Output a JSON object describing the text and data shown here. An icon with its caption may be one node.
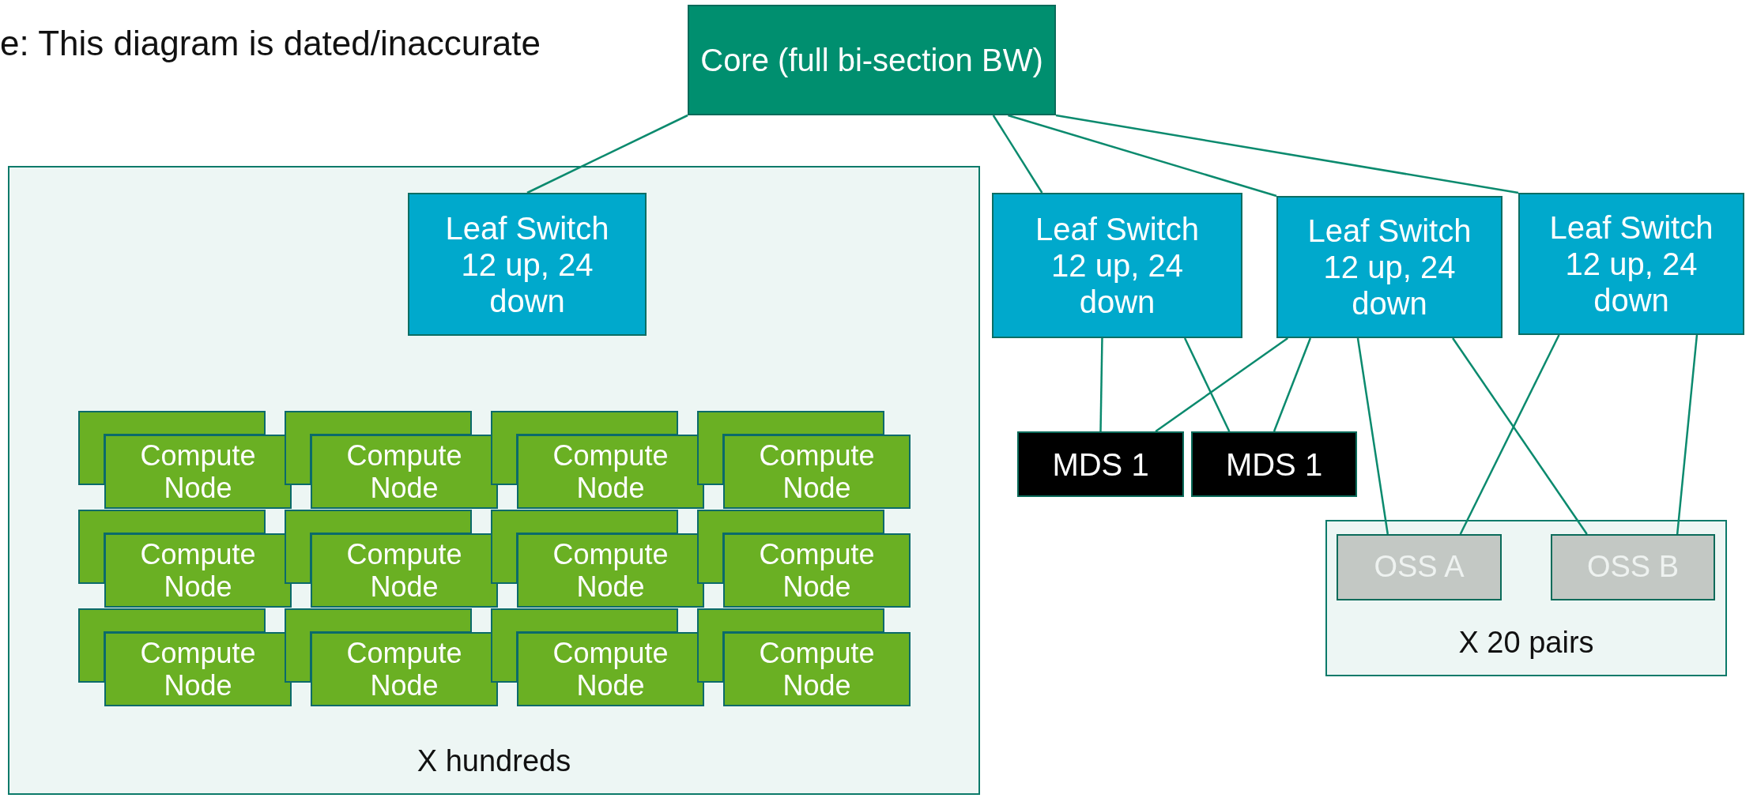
{
  "diagram": {
    "nodes": [
      {
        "text": [
          "Core (full bi-section BW)"
        ]
      },
      {
        "text": [
          "X hundreds"
        ]
      },
      {
        "text": [
          "Leaf Switch 12 up, 24 down"
        ],
        "in": 1
      },
      {
        "text": [
          "Compute Node"
        ],
        "in": 1
      },
      {
        "text": [
          "Compute Node"
        ],
        "in": 1
      },
      {
        "text": [
          "Compute Node"
        ],
        "in": 1
      },
      {
        "text": [
          "Compute Node"
        ],
        "in": 1
      },
      {
        "text": [
          "Compute Node"
        ],
        "in": 1
      },
      {
        "text": [
          "Compute Node"
        ],
        "in": 1
      },
      {
        "text": [
          "Compute Node"
        ],
        "in": 1
      },
      {
        "text": [
          "Compute Node"
        ],
        "in": 1
      },
      {
        "text": [
          "Compute Node"
        ],
        "in": 1
      },
      {
        "text": [
          "Compute Node"
        ],
        "in": 1
      },
      {
        "text": [
          "Compute Node"
        ],
        "in": 1
      },
      {
        "text": [
          "Compute Node"
        ],
        "in": 1
      },
      {
        "text": [
          "Leaf Switch 12 up, 24 down"
        ]
      },
      {
        "text": [
          "Leaf Switch 12 up, 24 down"
        ]
      },
      {
        "text": [
          "Leaf Switch 12 up, 24 down"
        ]
      },
      {
        "text": [
          "MDS 1"
        ]
      },
      {
        "text": [
          "MDS 1"
        ]
      },
      {
        "text": [
          "X 20 pairs"
        ]
      },
      {
        "text": [
          "OSS A"
        ],
        "in": 20
      },
      {
        "text": [
          "OSS B"
        ],
        "in": 20
      }
    ],
    "edges": [
      {
        "from": 0,
        "to": 2,
        "arrow": "none"
      },
      {
        "from": 0,
        "to": 15,
        "arrow": "none"
      },
      {
        "from": 0,
        "to": 16,
        "arrow": "none"
      },
      {
        "from": 0,
        "to": 17,
        "arrow": "none"
      },
      {
        "from": 15,
        "to": 18,
        "arrow": "none"
      },
      {
        "from": 15,
        "to": 19,
        "arrow": "none"
      },
      {
        "from": 16,
        "to": 18,
        "arrow": "none"
      },
      {
        "from": 16,
        "to": 19,
        "arrow": "none"
      },
      {
        "from": 16,
        "to": 21,
        "arrow": "none"
      },
      {
        "from": 16,
        "to": 22,
        "arrow": "none"
      },
      {
        "from": 17,
        "to": 21,
        "arrow": "none"
      },
      {
        "from": 17,
        "to": 22,
        "arrow": "none"
      }
    ],
    "labels": [
      "e: This diagram is dated/inaccurate"
    ]
  }
}
